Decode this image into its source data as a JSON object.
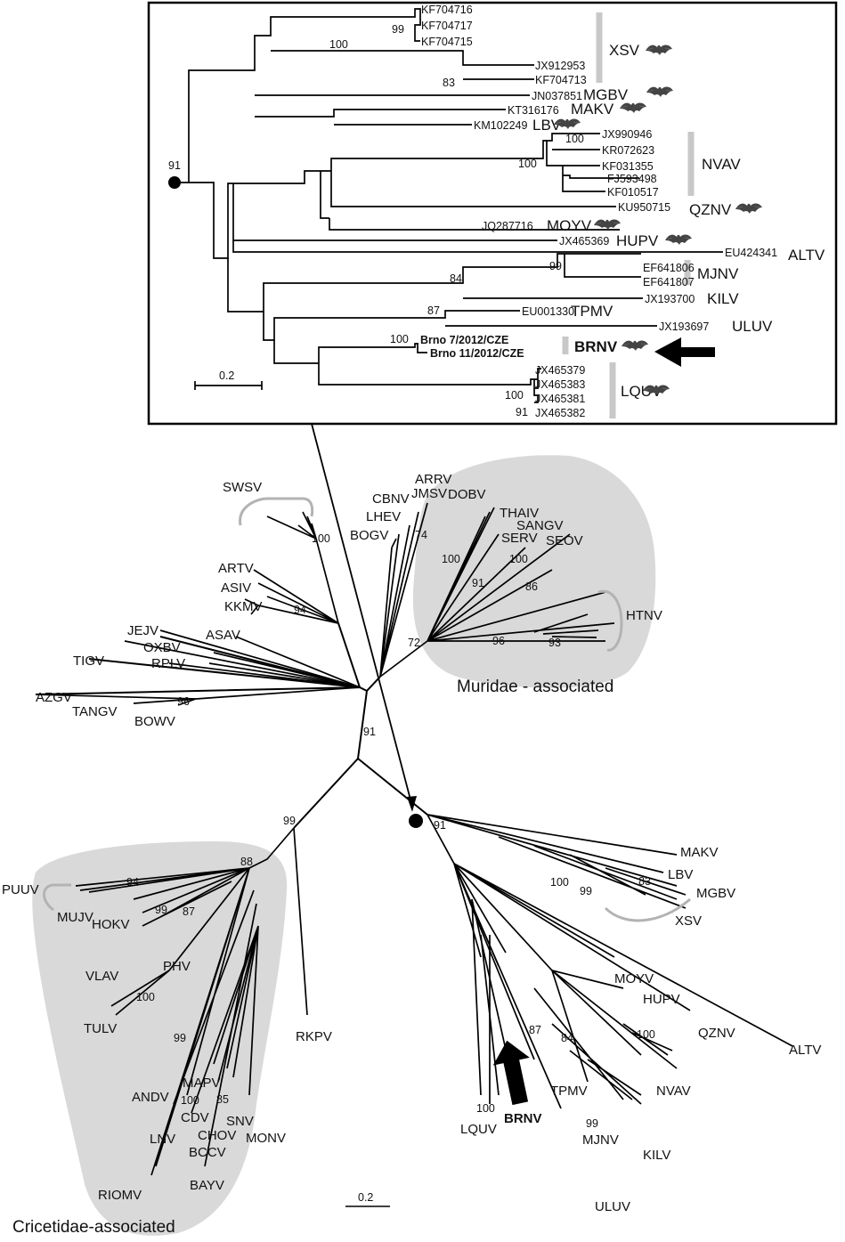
{
  "inset": {
    "scale_label": "0.2",
    "accessions": {
      "kf704716": "KF704716",
      "kf704717": "KF704717",
      "kf704715": "KF704715",
      "jx912953": "JX912953",
      "kf704713": "KF704713",
      "jn037851": "JN037851",
      "kt316176": "KT316176",
      "km102249": "KM102249",
      "jx990946": "JX990946",
      "kr072623": "KR072623",
      "kf031355": "KF031355",
      "fj593498": "FJ593498",
      "kf010517": "KF010517",
      "ku950715": "KU950715",
      "jq287716": "JQ287716",
      "jx465369": "JX465369",
      "eu424341": "EU424341",
      "ef641806": "EF641806",
      "ef641807": "EF641807",
      "jx193700": "JX193700",
      "eu001330": "EU001330",
      "jx193697": "JX193697",
      "brno7": "Brno 7/2012/CZE",
      "brno11": "Brno 11/2012/CZE",
      "jx465379": "JX465379",
      "jx465383": "JX465383",
      "jx465381": "JX465381",
      "jx465382": "JX465382"
    },
    "groups": {
      "xsv": "XSV",
      "mgbv": "MGBV",
      "makv": "MAKV",
      "lbv": "LBV",
      "nvav": "NVAV",
      "qznv": "QZNV",
      "moyv": "MOYV",
      "hupv": "HUPV",
      "altv": "ALTV",
      "mjnv": "MJNV",
      "kilv": "KILV",
      "tpmv": "TPMV",
      "uluv": "ULUV",
      "brnv": "BRNV",
      "lquv": "LQUV"
    },
    "bootstrap": {
      "b99a": "99",
      "b100a": "100",
      "b83": "83",
      "b91root": "91",
      "b100nvav": "100",
      "b99mjnv": "99",
      "b84": "84",
      "b87": "87",
      "b100brno": "100",
      "b100lquv": "100",
      "b91lquv": "91"
    }
  },
  "main": {
    "scale_label": "0.2",
    "region_labels": {
      "muridae": "Muridae - associated",
      "cricetidae": "Cricetidae-associated"
    },
    "taxa": {
      "swsv": "SWSV",
      "artv": "ARTV",
      "asiv": "ASIV",
      "kkmv": "KKMV",
      "asav": "ASAV",
      "jejv": "JEJV",
      "oxbv": "OXBV",
      "rplv": "RPLV",
      "tigv": "TIGV",
      "azgv": "AZGV",
      "tangv": "TANGV",
      "bowv": "BOWV",
      "arrv": "ARRV",
      "cbnv": "CBNV",
      "jmsv": "JMSV",
      "lhev": "LHEV",
      "bogv": "BOGV",
      "dobv": "DOBV",
      "thaiv": "THAIV",
      "sangv": "SANGV",
      "serv": "SERV",
      "seov": "SEOV",
      "htnv": "HTNV",
      "puuv": "PUUV",
      "mujv": "MUJV",
      "hokv": "HOKV",
      "vlav": "VLAV",
      "phv": "PHV",
      "tulv": "TULV",
      "andv": "ANDV",
      "mapv": "MAPV",
      "cdv": "CDV",
      "chov": "CHOV",
      "snv": "SNV",
      "monv": "MONV",
      "lnv": "LNV",
      "bccv": "BCCV",
      "bayv": "BAYV",
      "riomv": "RIOMV",
      "rkpv": "RKPV",
      "makv": "MAKV",
      "lbv": "LBV",
      "mgbv": "MGBV",
      "xsv": "XSV",
      "moyv": "MOYV",
      "hupv": "HUPV",
      "qznv": "QZNV",
      "altv": "ALTV",
      "nvav": "NVAV",
      "tpmv": "TPMV",
      "brnv": "BRNV",
      "lquv": "LQUV",
      "mjnv": "MJNV",
      "kilv": "KILV",
      "uluv": "ULUV"
    },
    "bootstrap": {
      "b100swsv": "100",
      "b94a": "94",
      "b96": "96",
      "b91c": "91",
      "b74": "74",
      "b100mur": "100",
      "b100b": "100",
      "b91d": "91",
      "b86": "86",
      "b72": "72",
      "b96b": "96",
      "b93": "93",
      "b91bat": "91",
      "b99cric": "99",
      "b88": "88",
      "b94b": "94",
      "b99b": "99",
      "b87": "87",
      "b100tulv": "100",
      "b99c": "99",
      "b100andv": "100",
      "b85": "85",
      "b100xsv": "100",
      "b99xsv": "99",
      "b83": "83",
      "b100nvav": "100",
      "b87b": "87",
      "b84": "84",
      "b99mjnv": "99",
      "b100lquv": "100"
    }
  }
}
